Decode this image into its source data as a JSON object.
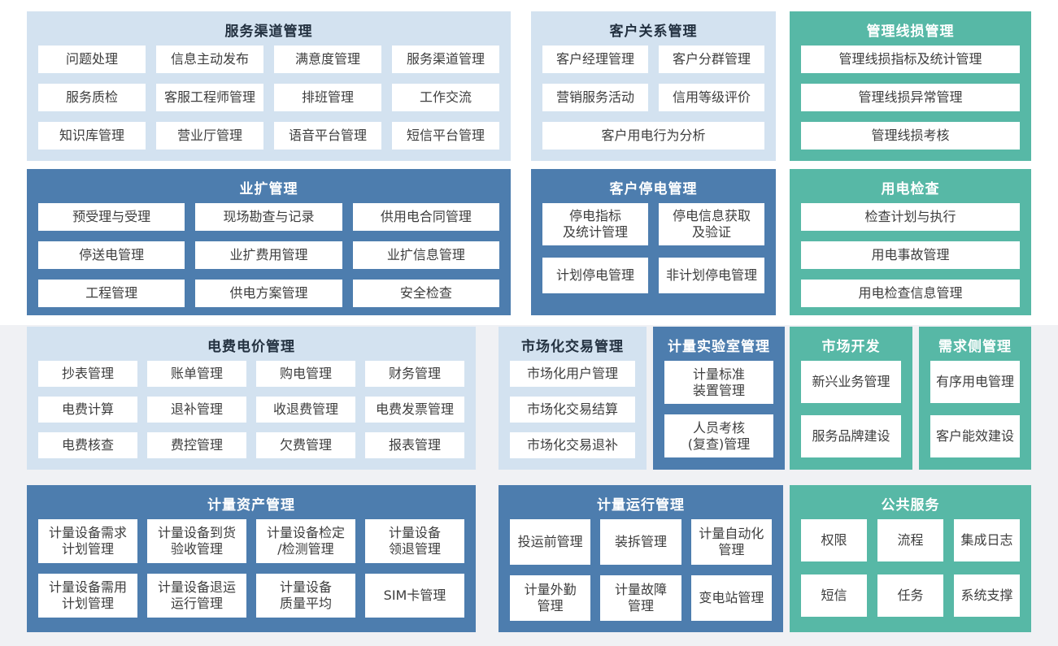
{
  "colors": {
    "light_blue": "#d3e2f0",
    "dark_blue": "#4d7dae",
    "teal": "#57b8a6",
    "title_navy": "#233140",
    "item_text": "#3d3d3d",
    "canvas_top": "#ffffff",
    "canvas_bottom": "#f0f1f4"
  },
  "blocks": [
    {
      "title": "服务渠道管理",
      "items": [
        "问题处理",
        "信息主动发布",
        "满意度管理",
        "服务渠道管理",
        "服务质检",
        "客服工程师管理",
        "排班管理",
        "工作交流",
        "知识库管理",
        "营业厅管理",
        "语音平台管理",
        "短信平台管理"
      ]
    },
    {
      "title": "客户关系管理",
      "items": [
        "客户经理管理",
        "客户分群管理",
        "营销服务活动",
        "信用等级评价",
        "客户用电行为分析"
      ]
    },
    {
      "title": "管理线损管理",
      "items": [
        "管理线损指标及统计管理",
        "管理线损异常管理",
        "管理线损考核"
      ]
    },
    {
      "title": "业扩管理",
      "items": [
        "预受理与受理",
        "现场勘查与记录",
        "供用电合同管理",
        "停送电管理",
        "业扩费用管理",
        "业扩信息管理",
        "工程管理",
        "供电方案管理",
        "安全检查"
      ]
    },
    {
      "title": "客户停电管理",
      "items": [
        "停电指标\n及统计管理",
        "停电信息获取\n及验证",
        "计划停电管理",
        "非计划停电管理"
      ]
    },
    {
      "title": "用电检查",
      "items": [
        "检查计划与执行",
        "用电事故管理",
        "用电检查信息管理"
      ]
    },
    {
      "title": "电费电价管理",
      "items": [
        "抄表管理",
        "账单管理",
        "购电管理",
        "财务管理",
        "电费计算",
        "退补管理",
        "收退费管理",
        "电费发票管理",
        "电费核查",
        "费控管理",
        "欠费管理",
        "报表管理"
      ]
    },
    {
      "title": "市场化交易管理",
      "items": [
        "市场化用户管理",
        "市场化交易结算",
        "市场化交易退补"
      ]
    },
    {
      "title": "计量实验室管理",
      "items": [
        "计量标准\n装置管理",
        "人员考核\n(复查)管理"
      ]
    },
    {
      "title": "市场开发",
      "items": [
        "新兴业务管理",
        "服务品牌建设"
      ]
    },
    {
      "title": "需求侧管理",
      "items": [
        "有序用电管理",
        "客户能效建设"
      ]
    },
    {
      "title": "计量资产管理",
      "items": [
        "计量设备需求\n计划管理",
        "计量设备到货\n验收管理",
        "计量设备检定\n/检测管理",
        "计量设备\n领退管理",
        "计量设备需用\n计划管理",
        "计量设备退运\n运行管理",
        "计量设备\n质量平均",
        "SIM卡管理"
      ]
    },
    {
      "title": "计量运行管理",
      "items": [
        "投运前管理",
        "装拆管理",
        "计量自动化\n管理",
        "计量外勤\n管理",
        "计量故障\n管理",
        "变电站管理"
      ]
    },
    {
      "title": "公共服务",
      "items": [
        "权限",
        "流程",
        "集成日志",
        "短信",
        "任务",
        "系统支撑"
      ]
    }
  ]
}
